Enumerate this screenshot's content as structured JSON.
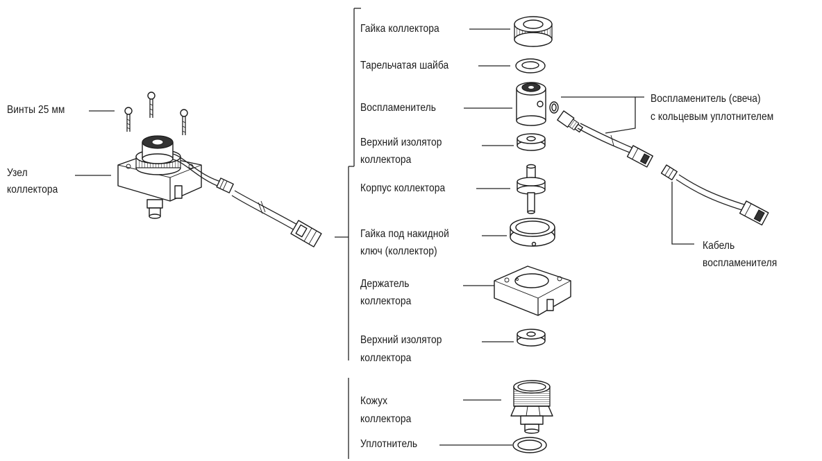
{
  "labels": {
    "screws": "Винты 25 мм",
    "assembly_line1": "Узел",
    "assembly_line2": "коллектора",
    "collector_nut": "Гайка коллектора",
    "belleville_washer": "Тарельчатая шайба",
    "igniter": "Воспламенитель",
    "upper_insulator_1_line1": "Верхний изолятор",
    "upper_insulator_1_line2": "коллектора",
    "collector_body": "Корпус коллектора",
    "wrench_nut_line1": "Гайка под накидной",
    "wrench_nut_line2": "ключ (коллектор)",
    "holder_line1": "Держатель",
    "holder_line2": "коллектора",
    "upper_insulator_2_line1": "Верхний изолятор",
    "upper_insulator_2_line2": "коллектора",
    "housing_line1": "Кожух",
    "housing_line2": "коллектора",
    "seal": "Уплотнитель",
    "igniter_plug_line1": "Воспламенитель (свеча)",
    "igniter_plug_line2": "с кольцевым уплотнителем",
    "igniter_cable_line1": "Кабель",
    "igniter_cable_line2": "воспламенителя"
  },
  "colors": {
    "line": "#222222",
    "part_fill": "#ffffff",
    "dark_part": "#333333"
  },
  "icons": {
    "assembly": "collector-assembly-drawing",
    "exploded": "exploded-parts-drawing",
    "cable": "igniter-cable-drawing"
  }
}
